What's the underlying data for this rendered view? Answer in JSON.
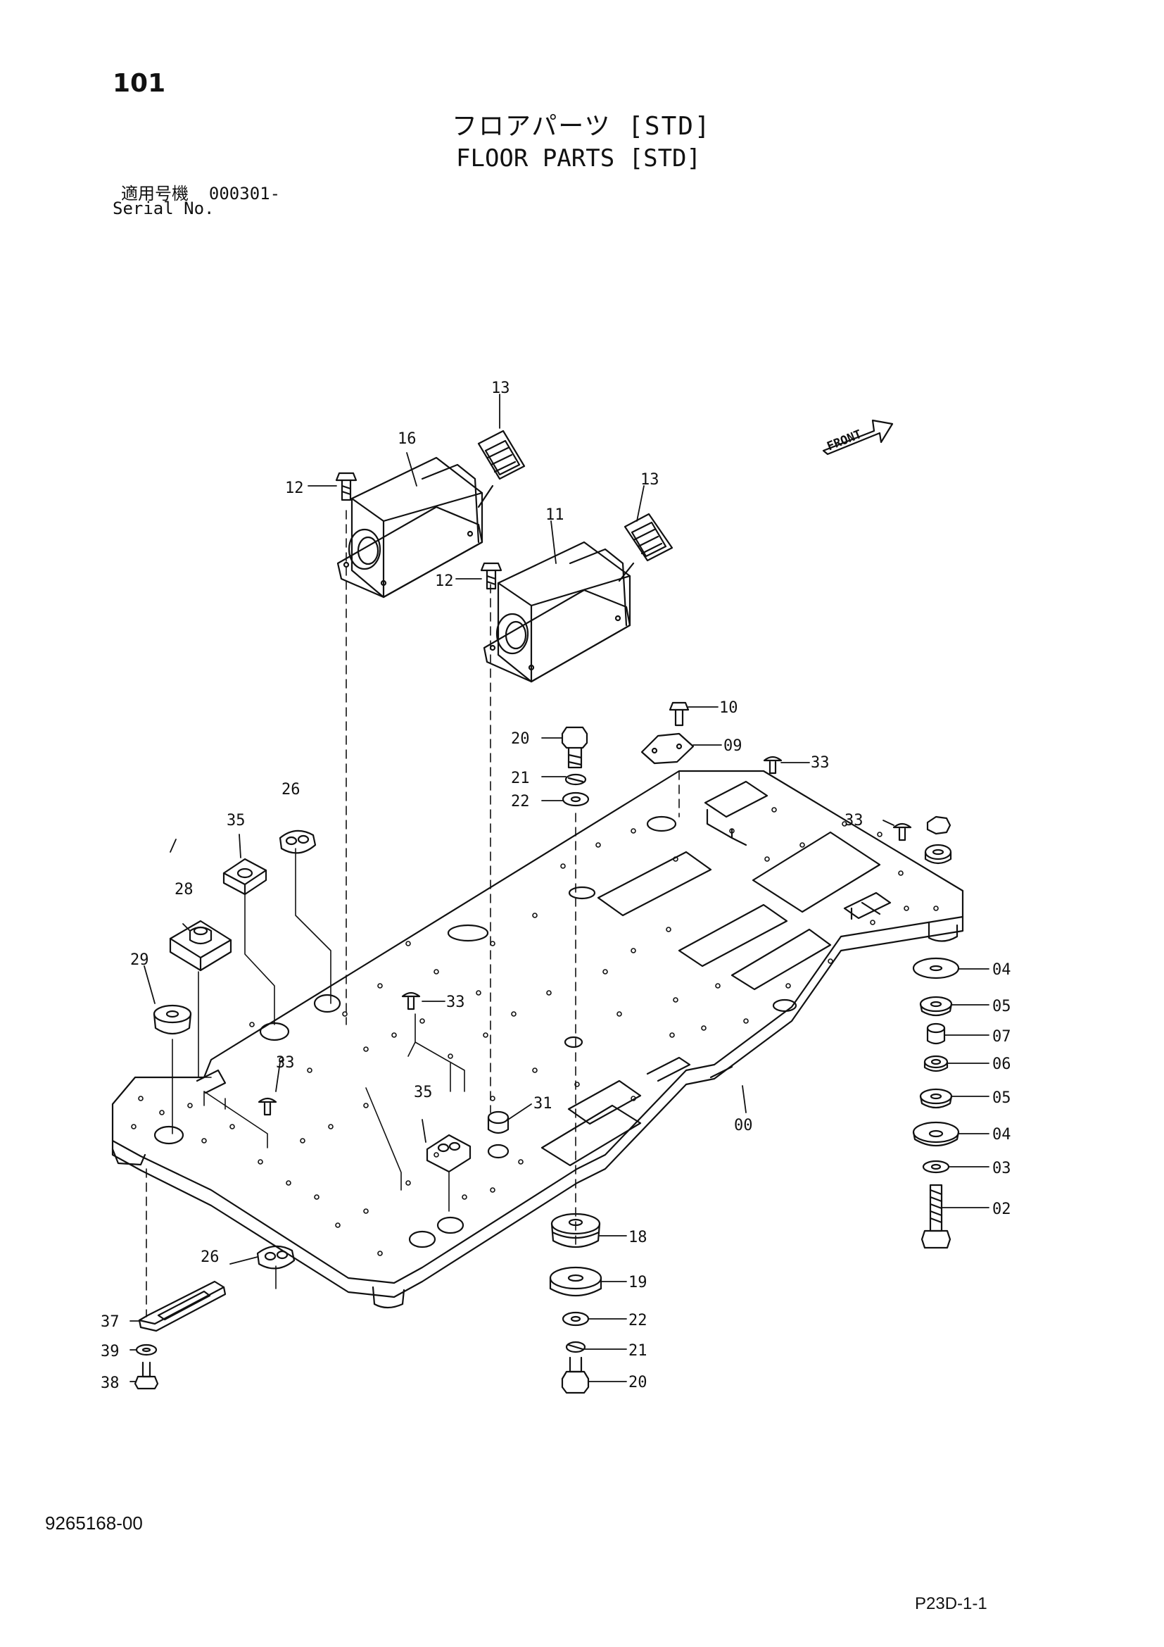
{
  "header": {
    "page_number": "101",
    "title_jp": "フロアパーツ [STD]",
    "title_en": "FLOOR PARTS [STD]",
    "serial_label_jp": "適用号機",
    "serial_value": "000301-",
    "serial_label_en": "Serial No."
  },
  "front_marker": "FRONT",
  "parts": [
    {
      "id": "13a",
      "label": "13"
    },
    {
      "id": "16",
      "label": "16"
    },
    {
      "id": "12a",
      "label": "12"
    },
    {
      "id": "13b",
      "label": "13"
    },
    {
      "id": "11",
      "label": "11"
    },
    {
      "id": "12b",
      "label": "12"
    },
    {
      "id": "10",
      "label": "10"
    },
    {
      "id": "09",
      "label": "09"
    },
    {
      "id": "20a",
      "label": "20"
    },
    {
      "id": "21a",
      "label": "21"
    },
    {
      "id": "22a",
      "label": "22"
    },
    {
      "id": "33a",
      "label": "33"
    },
    {
      "id": "33b",
      "label": "33"
    },
    {
      "id": "26a",
      "label": "26"
    },
    {
      "id": "35a",
      "label": "35"
    },
    {
      "id": "28",
      "label": "28"
    },
    {
      "id": "29",
      "label": "29"
    },
    {
      "id": "33c",
      "label": "33"
    },
    {
      "id": "33d",
      "label": "33"
    },
    {
      "id": "35b",
      "label": "35"
    },
    {
      "id": "31",
      "label": "31"
    },
    {
      "id": "00",
      "label": "00"
    },
    {
      "id": "04a",
      "label": "04"
    },
    {
      "id": "05a",
      "label": "05"
    },
    {
      "id": "07",
      "label": "07"
    },
    {
      "id": "06",
      "label": "06"
    },
    {
      "id": "05b",
      "label": "05"
    },
    {
      "id": "04b",
      "label": "04"
    },
    {
      "id": "03",
      "label": "03"
    },
    {
      "id": "02",
      "label": "02"
    },
    {
      "id": "18",
      "label": "18"
    },
    {
      "id": "19",
      "label": "19"
    },
    {
      "id": "22b",
      "label": "22"
    },
    {
      "id": "21b",
      "label": "21"
    },
    {
      "id": "20b",
      "label": "20"
    },
    {
      "id": "26b",
      "label": "26"
    },
    {
      "id": "37",
      "label": "37"
    },
    {
      "id": "39",
      "label": "39"
    },
    {
      "id": "38",
      "label": "38"
    }
  ],
  "footer": {
    "doc_number": "9265168-00",
    "page_code": "P23D-1-1"
  }
}
